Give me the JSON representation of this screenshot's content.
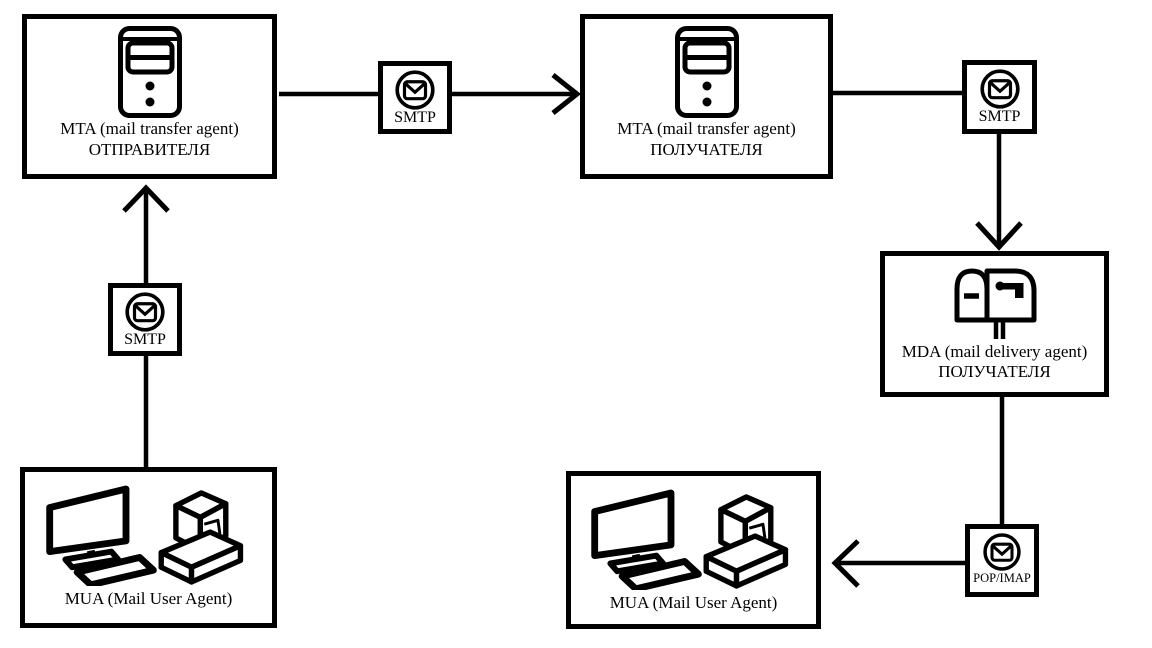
{
  "diagram": {
    "background_color": "#ffffff",
    "line_color": "#000000",
    "nodes": {
      "mta_sender": {
        "title": "MTA (mail transfer agent)",
        "subtitle": "ОТПРАВИТЕЛЯ",
        "icon": "server-icon"
      },
      "mta_receiver": {
        "title": "MTA (mail transfer agent)",
        "subtitle": "ПОЛУЧАТЕЛЯ",
        "icon": "server-icon"
      },
      "mda_receiver": {
        "title": "MDA (mail delivery agent)",
        "subtitle": "ПОЛУЧАТЕЛЯ",
        "icon": "mailbox-icon"
      },
      "mua_sender": {
        "title": "MUA (Mail User Agent)",
        "icon": "workstation-icon"
      },
      "mua_receiver": {
        "title": "MUA (Mail User Agent)",
        "icon": "workstation-icon"
      }
    },
    "protocols": {
      "smtp_sender_to_mta": {
        "label": "SMTP",
        "icon": "envelope-icon"
      },
      "smtp_mta_to_mta": {
        "label": "SMTP",
        "icon": "envelope-icon"
      },
      "smtp_mta_to_mda": {
        "label": "SMTP",
        "icon": "envelope-icon"
      },
      "pop_imap_mda_to_mua": {
        "label": "POP/IMAP",
        "icon": "envelope-icon"
      }
    },
    "flows": [
      "MUA sender -> SMTP -> MTA sender",
      "MTA sender -> SMTP -> MTA receiver",
      "MTA receiver -> SMTP -> MDA receiver",
      "MDA receiver -> POP/IMAP -> MUA receiver"
    ]
  }
}
